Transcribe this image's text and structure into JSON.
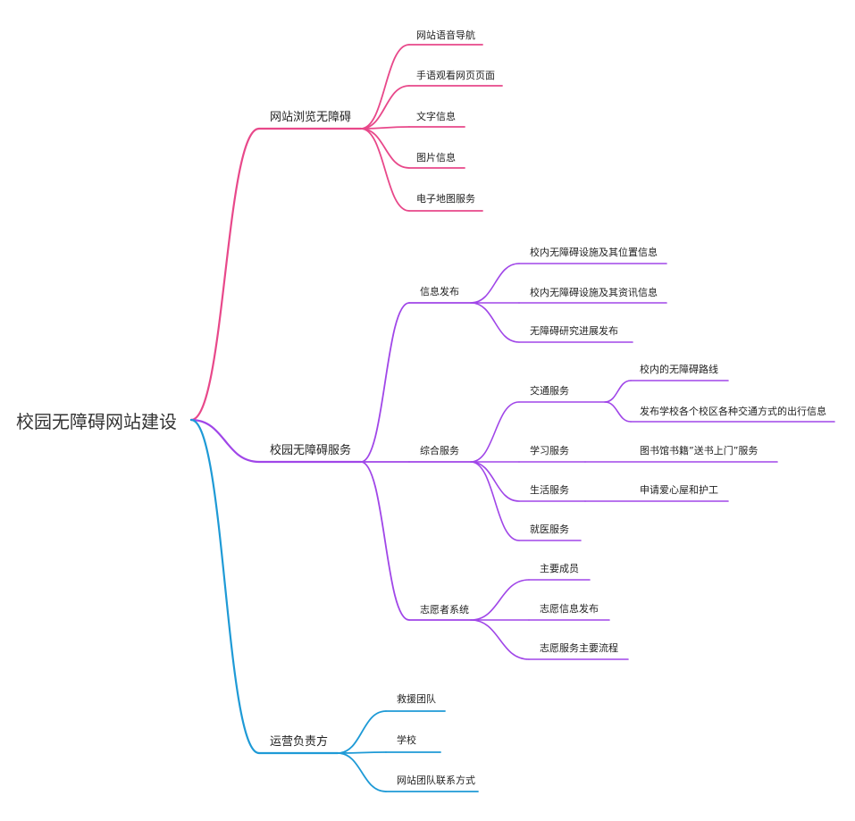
{
  "root": {
    "label": "校园无障碍网站建设"
  },
  "colors": {
    "pink": "#e8488a",
    "purple": "#a046e8",
    "blue": "#1e9ad6",
    "text": "#222222"
  },
  "branches": [
    {
      "label": "网站浏览无障碍",
      "color": "#e8488a",
      "children": [
        {
          "label": "网站语音导航"
        },
        {
          "label": "手语观看网页页面"
        },
        {
          "label": "文字信息"
        },
        {
          "label": "图片信息"
        },
        {
          "label": "电子地图服务"
        }
      ]
    },
    {
      "label": "校园无障碍服务",
      "color": "#a046e8",
      "children": [
        {
          "label": "信息发布",
          "children": [
            {
              "label": "校内无障碍设施及其位置信息"
            },
            {
              "label": "校内无障碍设施及其资讯信息"
            },
            {
              "label": "无障碍研究进展发布"
            }
          ]
        },
        {
          "label": "综合服务",
          "children": [
            {
              "label": "交通服务",
              "children": [
                {
                  "label": "校内的无障碍路线"
                },
                {
                  "label": "发布学校各个校区各种交通方式的出行信息"
                }
              ]
            },
            {
              "label": "学习服务",
              "children": [
                {
                  "label": "图书馆书籍”送书上门”服务"
                }
              ]
            },
            {
              "label": "生活服务",
              "children": [
                {
                  "label": "申请爱心屋和护工"
                }
              ]
            },
            {
              "label": "就医服务"
            }
          ]
        },
        {
          "label": "志愿者系统",
          "children": [
            {
              "label": "主要成员"
            },
            {
              "label": "志愿信息发布"
            },
            {
              "label": "志愿服务主要流程"
            }
          ]
        }
      ]
    },
    {
      "label": "运营负责方",
      "color": "#1e9ad6",
      "children": [
        {
          "label": "救援团队"
        },
        {
          "label": "学校"
        },
        {
          "label": "网站团队联系方式"
        }
      ]
    }
  ]
}
